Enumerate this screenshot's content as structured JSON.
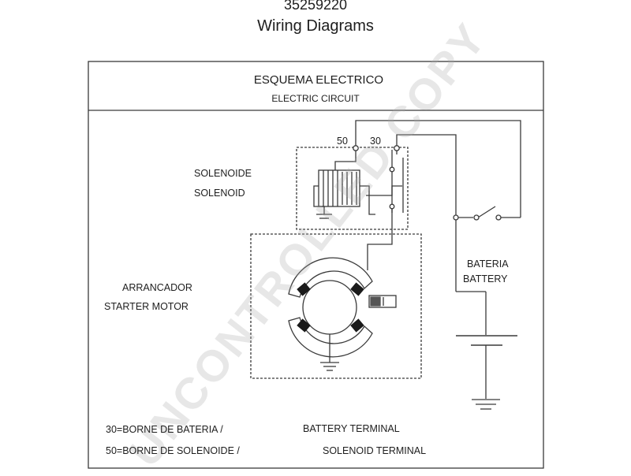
{
  "header": {
    "part_number": "35259220",
    "title": "Wiring Diagrams"
  },
  "panel": {
    "title_es": "ESQUEMA ELECTRICO",
    "title_en": "ELECTRIC CIRCUIT"
  },
  "terminals": {
    "t50": "50",
    "t30": "30"
  },
  "labels": {
    "solenoid_es": "SOLENOIDE",
    "solenoid_en": "SOLENOID",
    "starter_es": "ARRANCADOR",
    "starter_en": "STARTER MOTOR",
    "battery_es": "BATERIA",
    "battery_en": "BATTERY"
  },
  "legend": {
    "line1_es": "30=BORNE DE BATERIA /",
    "line1_en": "BATTERY TERMINAL",
    "line2_es": "50=BORNE DE SOLENOIDE /",
    "line2_en": "SOLENOID TERMINAL"
  },
  "watermark": "UNCONTROLLED COPY",
  "colors": {
    "line": "#3a3a3a",
    "text": "#1e1e1e",
    "watermark": "#aaaaaa"
  }
}
